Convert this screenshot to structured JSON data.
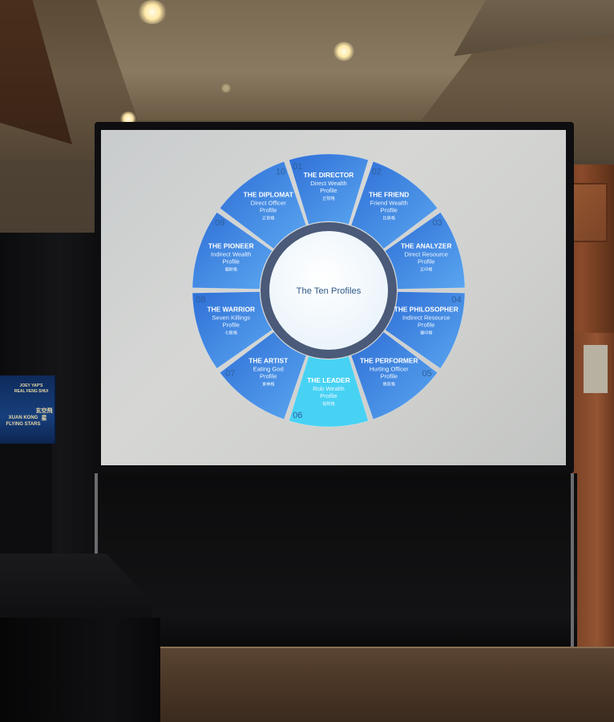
{
  "slide": {
    "center_title": "The Ten Profiles",
    "segments": [
      {
        "number": "01",
        "title": "THE DIRECTOR",
        "sub1": "Direct Wealth",
        "sub2": "Profile",
        "chinese": "正財格"
      },
      {
        "number": "02",
        "title": "THE FRIEND",
        "sub1": "Friend Wealth",
        "sub2": "Profile",
        "chinese": "比肩格"
      },
      {
        "number": "03",
        "title": "THE ANALYZER",
        "sub1": "Direct Resource",
        "sub2": "Profile",
        "chinese": "正印格"
      },
      {
        "number": "04",
        "title": "THE PHILOSOPHER",
        "sub1": "Indirect Resource",
        "sub2": "Profile",
        "chinese": "偏印格"
      },
      {
        "number": "05",
        "title": "THE PERFORMER",
        "sub1": "Hurting Officer",
        "sub2": "Profile",
        "chinese": "傷官格"
      },
      {
        "number": "06",
        "title": "THE LEADER",
        "sub1": "Rob Wealth",
        "sub2": "Profile",
        "chinese": "劫財格"
      },
      {
        "number": "07",
        "title": "THE ARTIST",
        "sub1": "Eating God",
        "sub2": "Profile",
        "chinese": "食神格"
      },
      {
        "number": "08",
        "title": "THE WARRIOR",
        "sub1": "Seven Killings",
        "sub2": "Profile",
        "chinese": "七殺格"
      },
      {
        "number": "09",
        "title": "THE PIONEER",
        "sub1": "Indirect Wealth",
        "sub2": "Profile",
        "chinese": "偏財格"
      },
      {
        "number": "10",
        "title": "THE DIPLOMAT",
        "sub1": "Direct Officer",
        "sub2": "Profile",
        "chinese": "正官格"
      }
    ]
  },
  "banner": {
    "line1": "JOEY YAP'S",
    "line2": "REAL FENG SHUI",
    "line3": "XUAN KONG",
    "line4": "FLYING STARS",
    "chinese": "玄空飛星"
  },
  "colors": {
    "segment_dark": "#2f6fd6",
    "segment_light": "#5aa6f0",
    "segment_highlight": "#47d2f4",
    "ring": "#4a5a78",
    "center": "#e9f3fb"
  }
}
